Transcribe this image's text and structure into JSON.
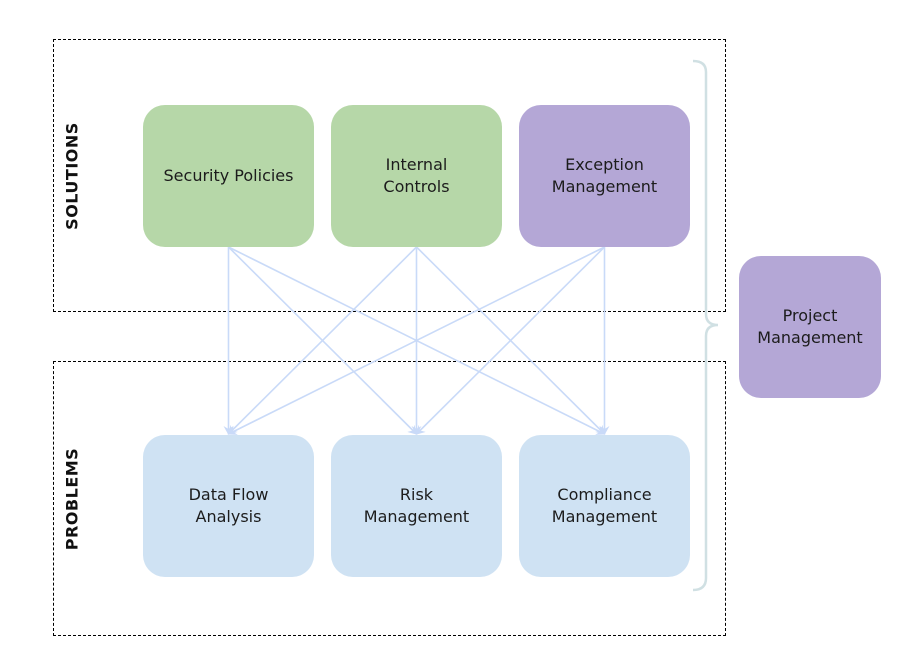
{
  "groups": {
    "solutions": {
      "label": "SOLUTIONS"
    },
    "problems": {
      "label": "PROBLEMS"
    }
  },
  "solutions": [
    {
      "id": "security-policies",
      "label": "Security Policies",
      "color": "#b6d7a8"
    },
    {
      "id": "internal-controls",
      "label": "Internal\nControls",
      "color": "#b6d7a8"
    },
    {
      "id": "exception-management",
      "label": "Exception\nManagement",
      "color": "#b4a7d6"
    }
  ],
  "problems": [
    {
      "id": "data-flow-analysis",
      "label": "Data Flow\nAnalysis",
      "color": "#cfe2f3"
    },
    {
      "id": "risk-management",
      "label": "Risk\nManagement",
      "color": "#cfe2f3"
    },
    {
      "id": "compliance-management",
      "label": "Compliance\nManagement",
      "color": "#cfe2f3"
    }
  ],
  "overarching": {
    "id": "project-management",
    "label": "Project\nManagement",
    "color": "#b4a7d6"
  },
  "edges": [
    {
      "from": 0,
      "to": 0
    },
    {
      "from": 0,
      "to": 1
    },
    {
      "from": 0,
      "to": 2
    },
    {
      "from": 1,
      "to": 0
    },
    {
      "from": 1,
      "to": 1
    },
    {
      "from": 1,
      "to": 2
    },
    {
      "from": 2,
      "to": 0
    },
    {
      "from": 2,
      "to": 1
    },
    {
      "from": 2,
      "to": 2
    }
  ],
  "colors": {
    "arrow": "#c9daf8",
    "brace": "#d0e0e3",
    "frame": "#000000"
  }
}
